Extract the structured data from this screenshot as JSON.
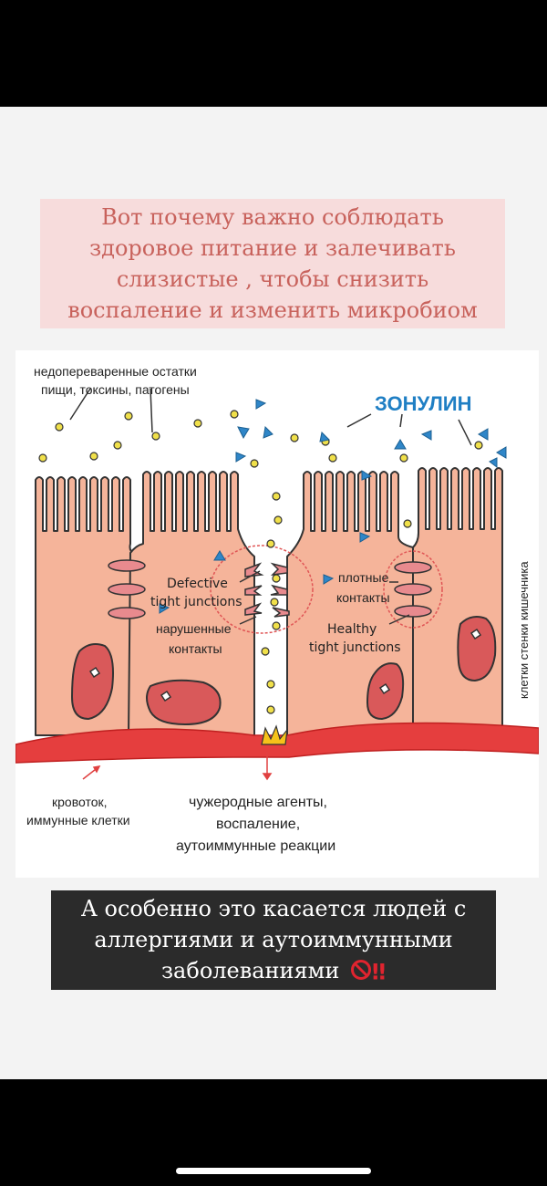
{
  "caption_top": {
    "lines": [
      "Вот почему важно соблюдать",
      "здоровое питание и залечивать",
      "слизистые , чтобы снизить",
      "воспаление и изменить микробиом"
    ]
  },
  "diagram": {
    "label_undigested_1": "недопереваренные остатки",
    "label_undigested_2": "пищи, токсины, патогены",
    "label_zonulin": "ЗОНУЛИН",
    "label_defective_1": "Defective",
    "label_defective_2": "tight junctions",
    "label_broken_1": "нарушенные",
    "label_broken_2": "контакты",
    "label_tight_1": "плотные",
    "label_tight_2": "контакты",
    "label_healthy_1": "Healthy",
    "label_healthy_2": "tight junctions",
    "label_cells": "клетки стенки кишечника",
    "label_blood_1": "кровоток,",
    "label_blood_2": "иммунные клетки",
    "label_foreign_1": "чужеродные агенты,",
    "label_foreign_2": "воспаление,",
    "label_foreign_3": "аутоиммунные реакции",
    "colors": {
      "cell": "#f5b49a",
      "cell_stroke": "#333333",
      "nucleus": "#d9595a",
      "blood": "#e53e3e",
      "zonulin": "#1f7fc4",
      "particle": "#f0e04a",
      "highlight": "#e05555"
    }
  },
  "caption_bottom": {
    "line1": "А особенно это касается людей с",
    "line2": "аллергиями и аутоиммунными",
    "line3": "заболеваниями",
    "bangs": "‼"
  }
}
